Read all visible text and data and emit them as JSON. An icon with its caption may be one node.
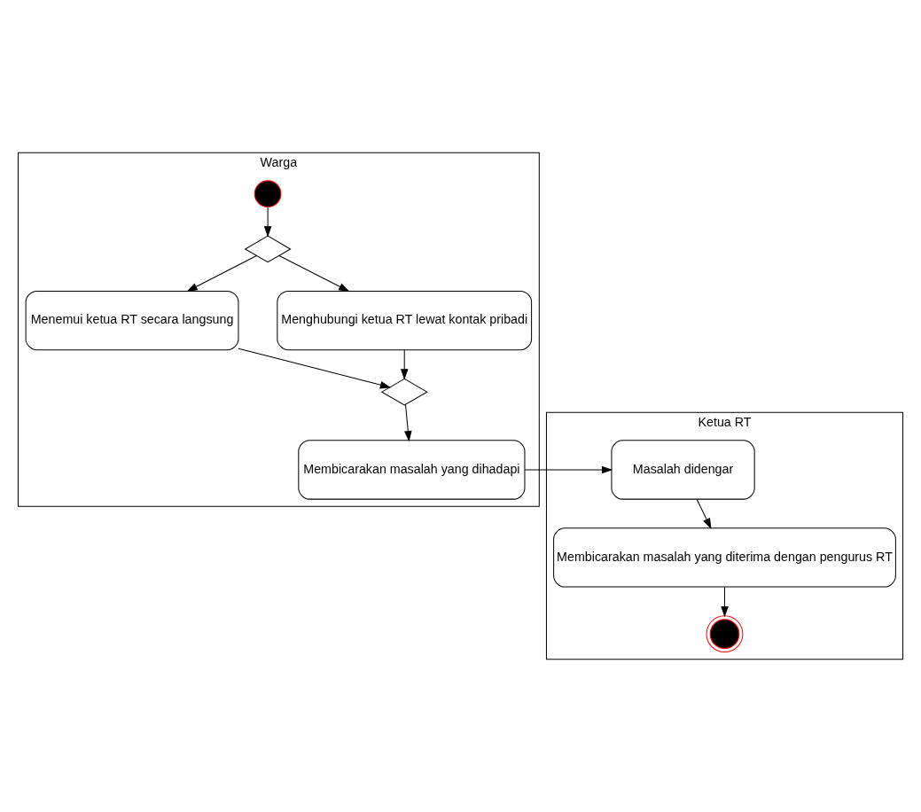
{
  "diagram": {
    "nodes": [
      {
        "text": [
          "Warga"
        ]
      },
      {
        "text": [
          "Ketua RT"
        ]
      },
      {
        "text": [],
        "shape": "circle",
        "in": 0
      },
      {
        "text": [],
        "shape": "diamond",
        "in": 0
      },
      {
        "text": [
          "Menemui ketua RT secara langsung"
        ],
        "in": 0
      },
      {
        "text": [
          "Menghubungi ketua RT lewat kontak pribadi"
        ],
        "in": 0
      },
      {
        "text": [],
        "shape": "diamond",
        "in": 0
      },
      {
        "text": [
          "Membicarakan masalah yang dihadapi"
        ],
        "in": 0
      },
      {
        "text": [
          "Masalah didengar"
        ],
        "in": 1
      },
      {
        "text": [
          "Membicarakan masalah yang diterima dengan pengurus RT"
        ],
        "in": 1
      },
      {
        "text": [],
        "shape": "circle",
        "in": 1
      }
    ],
    "edges": [
      {
        "from": 2,
        "to": 3,
        "arrow": "to"
      },
      {
        "from": 3,
        "to": 4,
        "arrow": "to"
      },
      {
        "from": 3,
        "to": 5,
        "arrow": "to"
      },
      {
        "from": 4,
        "to": 6,
        "arrow": "to"
      },
      {
        "from": 5,
        "to": 6,
        "arrow": "to"
      },
      {
        "from": 6,
        "to": 7,
        "arrow": "to"
      },
      {
        "from": 7,
        "to": 8,
        "arrow": "to"
      },
      {
        "from": 8,
        "to": 9,
        "arrow": "to"
      },
      {
        "from": 9,
        "to": 10,
        "arrow": "to"
      }
    ]
  }
}
